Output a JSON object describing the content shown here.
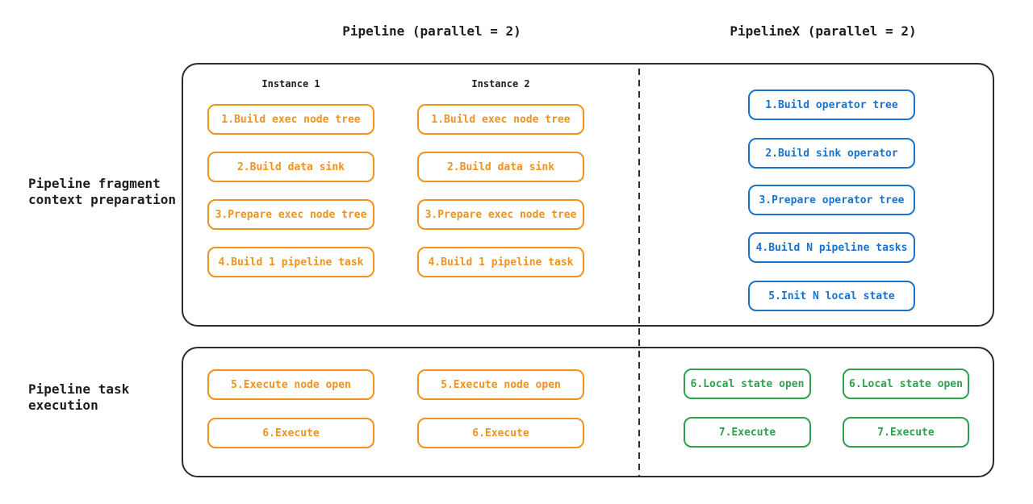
{
  "titles": {
    "pipeline": "Pipeline (parallel = 2)",
    "pipelinex": "PipelineX (parallel = 2)"
  },
  "side_labels": {
    "preparation_line1": "Pipeline fragment",
    "preparation_line2": "context preparation",
    "execution_line1": "Pipeline task",
    "execution_line2": "execution"
  },
  "instances": {
    "one": "Instance 1",
    "two": "Instance 2"
  },
  "pipeline_prep_steps": [
    "1.Build exec node tree",
    "2.Build data sink",
    "3.Prepare exec node tree",
    "4.Build 1 pipeline task"
  ],
  "pipeline_exec_steps": [
    "5.Execute node open",
    "6.Execute"
  ],
  "pipelinex_prep_steps": [
    "1.Build operator tree",
    "2.Build sink operator",
    "3.Prepare operator tree",
    "4.Build N pipeline tasks",
    "5.Init N local state"
  ],
  "pipelinex_exec_steps": [
    "6.Local state open",
    "7.Execute"
  ],
  "colors": {
    "orange": "#f0921e",
    "blue": "#1b72cc",
    "green": "#2fa04f",
    "frame": "#2b2b2b"
  }
}
